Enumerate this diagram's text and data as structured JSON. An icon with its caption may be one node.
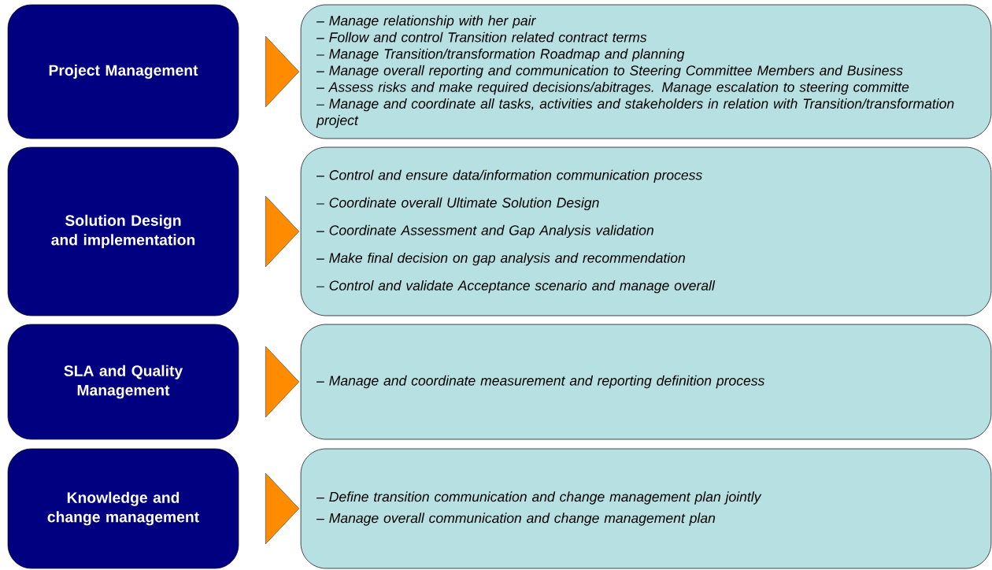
{
  "diagram": {
    "nodes": [
      {
        "text": [
          "Project Management"
        ]
      },
      {
        "text": [
          "Solution Design and implementation"
        ]
      },
      {
        "text": [
          "SLA and Quality Management"
        ]
      },
      {
        "text": [
          "Knowledge and change management"
        ]
      },
      {
        "text": [
          "– Manage relationship with her pair",
          "– Follow and control Transition related contract terms",
          "– Manage Transition/transformation Roadmap and planning",
          "– Manage overall reporting and communication to Steering Committee Members and Business",
          "– Assess risks and make required decisions/abitrages. Manage escalation to steering committe",
          "– Manage and coordinate all tasks, activities and stakeholders in relation with Transition/transformation project"
        ]
      },
      {
        "text": [
          "– Control and ensure data/information communication process",
          "– Coordinate overall Ultimate Solution Design",
          "– Coordinate Assessment and Gap Analysis validation",
          "– Make final decision on gap analysis and recommendation",
          "– Control and validate Acceptance scenario and manage overall"
        ]
      },
      {
        "text": [
          "– Manage and coordinate measurement and reporting definition process"
        ]
      },
      {
        "text": [
          "– Define transition communication and change management plan jointly",
          "– Manage overall communication and change management plan"
        ]
      }
    ],
    "edges": [
      {
        "from": 0,
        "to": 4,
        "arrow": "to"
      },
      {
        "from": 1,
        "to": 5,
        "arrow": "to"
      },
      {
        "from": 2,
        "to": 6,
        "arrow": "to"
      },
      {
        "from": 3,
        "to": 7,
        "arrow": "to"
      }
    ]
  }
}
